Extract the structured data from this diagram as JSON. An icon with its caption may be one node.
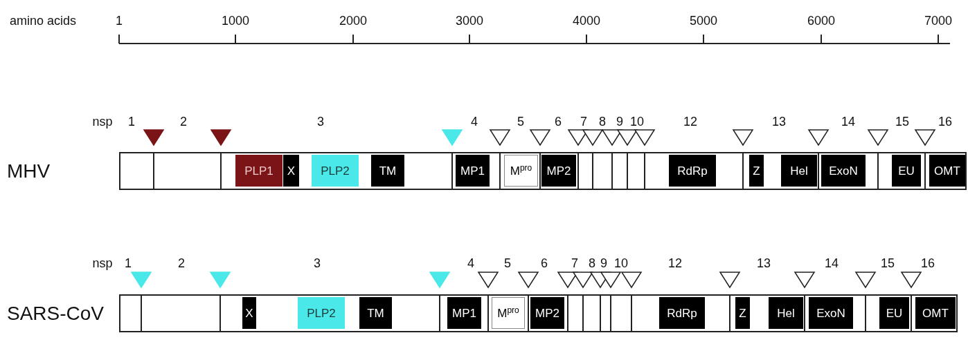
{
  "diagram": {
    "nodes": [
      {
        "text": [],
        "shape": "bar",
        "beside": [
          "MHV"
        ]
      },
      {
        "text": [
          "PLP1"
        ],
        "in": 0
      },
      {
        "text": [
          "X"
        ],
        "in": 0
      },
      {
        "text": [
          "PLP2"
        ],
        "in": 0
      },
      {
        "text": [
          "TM"
        ],
        "in": 0
      },
      {
        "text": [
          "MP1"
        ],
        "in": 0
      },
      {
        "text": [
          "M$^{pro}$"
        ],
        "in": 0
      },
      {
        "text": [
          "MP2"
        ],
        "in": 0
      },
      {
        "text": [
          "RdRp"
        ],
        "in": 0
      },
      {
        "text": [
          "Z"
        ],
        "in": 0
      },
      {
        "text": [
          "Hel"
        ],
        "in": 0
      },
      {
        "text": [
          "ExoN"
        ],
        "in": 0
      },
      {
        "text": [
          "EU"
        ],
        "in": 0
      },
      {
        "text": [
          "OMT"
        ],
        "in": 0
      },
      {
        "text": [],
        "shape": "bar",
        "beside": [
          "SARS-CoV"
        ]
      },
      {
        "text": [
          "X"
        ],
        "in": 14
      },
      {
        "text": [
          "PLP2"
        ],
        "in": 14
      },
      {
        "text": [
          "TM"
        ],
        "in": 14
      },
      {
        "text": [
          "MP1"
        ],
        "in": 14
      },
      {
        "text": [
          "M$^{pro}$"
        ],
        "in": 14
      },
      {
        "text": [
          "MP2"
        ],
        "in": 14
      },
      {
        "text": [
          "RdRp"
        ],
        "in": 14
      },
      {
        "text": [
          "Z"
        ],
        "in": 14
      },
      {
        "text": [
          "Hel"
        ],
        "in": 14
      },
      {
        "text": [
          "ExoN"
        ],
        "in": 14
      },
      {
        "text": [
          "EU"
        ],
        "in": 14
      },
      {
        "text": [
          "OMT"
        ],
        "in": 14
      }
    ],
    "labels": [
      "amino acids",
      "1",
      "1000",
      "2000",
      "3000",
      "4000",
      "5000",
      "6000",
      "7000",
      "nsp",
      "1",
      "2",
      "3",
      "4",
      "5",
      "6",
      "7",
      "8",
      "9",
      "10",
      "12",
      "13",
      "14",
      "15",
      "16",
      "nsp",
      "1",
      "2",
      "3",
      "4",
      "5",
      "6",
      "7",
      "8",
      "9",
      "10",
      "12",
      "13",
      "14",
      "15",
      "16"
    ]
  }
}
